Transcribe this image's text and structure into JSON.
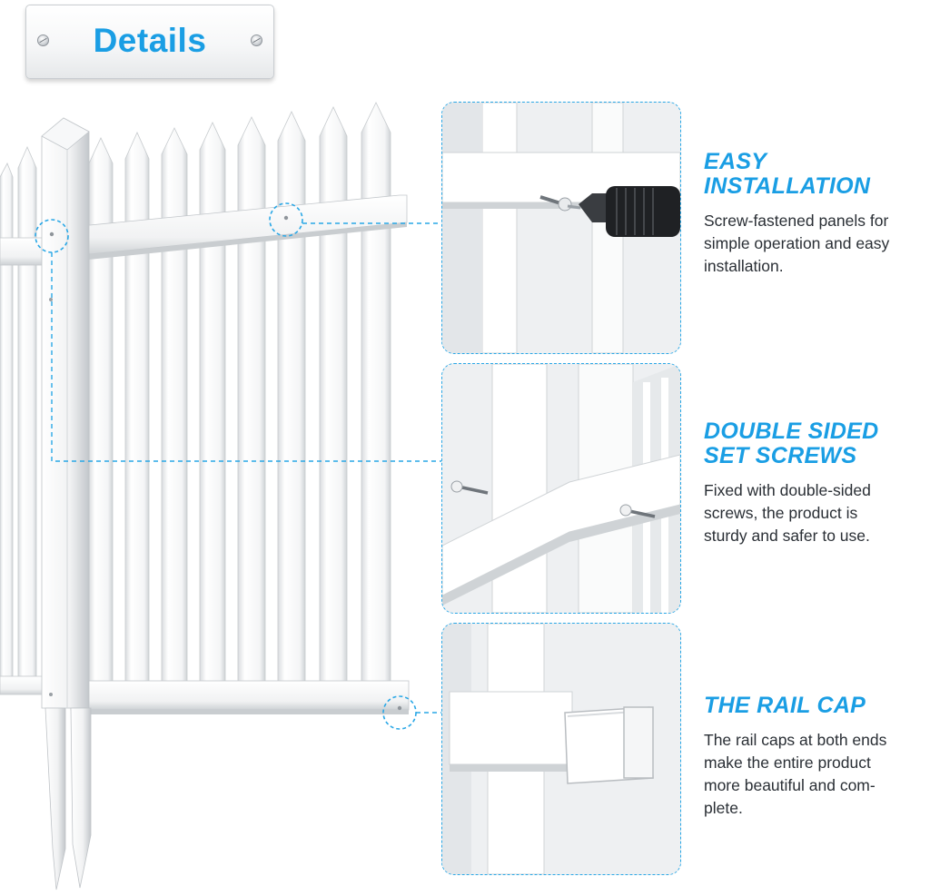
{
  "header": {
    "title": "Details"
  },
  "features": [
    {
      "title_line1": "EASY",
      "title_line2": "INSTALLATION",
      "desc": [
        "Screw-fastened panels for",
        "simple operation and easy",
        "installation."
      ]
    },
    {
      "title_line1": "DOUBLE SIDED",
      "title_line2": "SET SCREWS",
      "desc": [
        "Fixed with double-sided",
        "screws, the product is",
        "sturdy and safer to use."
      ]
    },
    {
      "title_line1": "THE RAIL CAP",
      "title_line2": "",
      "desc": [
        "The rail caps at both ends",
        "make the entire product",
        "more beautiful and com-",
        "plete."
      ]
    }
  ],
  "colors": {
    "accent": "#1a9ee4",
    "dash": "#29a7e6",
    "text": "#2a2f35"
  },
  "icons": [
    "screw-icon",
    "drill-icon",
    "rail-cap-icon"
  ]
}
